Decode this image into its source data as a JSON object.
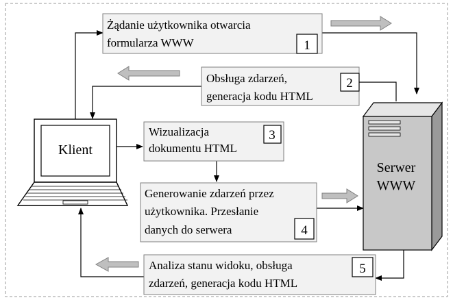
{
  "boxes": {
    "b1": {
      "lines": [
        "Żądanie użytkownika otwarcia",
        "formularza WWW"
      ],
      "num": "1"
    },
    "b2": {
      "lines": [
        "Obsługa zdarzeń,",
        "generacja kodu HTML"
      ],
      "num": "2"
    },
    "b3": {
      "lines": [
        "Wizualizacja",
        "dokumentu HTML"
      ],
      "num": "3"
    },
    "b4": {
      "lines": [
        "Generowanie zdarzeń przez",
        "użytkownika. Przesłanie",
        "danych do serwera"
      ],
      "num": "4"
    },
    "b5": {
      "lines": [
        "Analiza stanu widoku, obsługa",
        "zdarzeń, generacja kodu HTML"
      ],
      "num": "5"
    }
  },
  "client": {
    "label": "Klient"
  },
  "server": {
    "label1": "Serwer",
    "label2": "WWW"
  }
}
